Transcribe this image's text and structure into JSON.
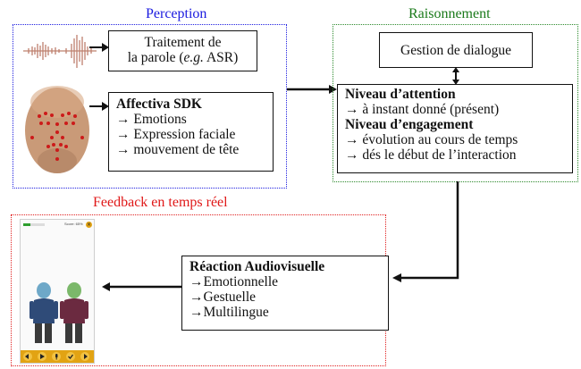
{
  "groups": {
    "perception": {
      "title": "Perception",
      "color": "#1a1adf"
    },
    "raisonnement": {
      "title": "Raisonnement",
      "color": "#1a7a1a"
    },
    "feedback": {
      "title": "Feedback en temps réel",
      "color": "#e01818"
    }
  },
  "perception": {
    "speech_box": {
      "line1": "Traitement de",
      "line2_prefix": "la parole (",
      "line2_italic": "e.g.",
      "line2_suffix": " ASR)"
    },
    "affectiva_box": {
      "title": "Affectiva SDK",
      "items": [
        "→ Emotions",
        "→ Expression faciale",
        "→ mouvement de tête"
      ]
    }
  },
  "raisonnement": {
    "dialogue_box": "Gestion de dialogue",
    "attention_box": {
      "attention_title": "Niveau d’attention",
      "attention_items": [
        "→ à instant donné (présent)"
      ],
      "engagement_title": "Niveau d’engagement",
      "engagement_items": [
        "→ évolution au cours de temps",
        "→ dés le début de l’interaction"
      ]
    }
  },
  "feedback": {
    "reaction_box": {
      "title": "Réaction Audiovisuelle",
      "items": [
        "→Emotionnelle",
        "→Gestuelle",
        "→Multilingue"
      ]
    },
    "app_screen": {
      "score_label": "Score: 65%",
      "progress": 0.35,
      "progress_color": "#2e9e2e",
      "bar_color": "#e2a313",
      "avatar_colors": {
        "left_head": "#6ea8c8",
        "left_body": "#2f4b78",
        "right_head": "#7bb86a",
        "right_body": "#6b2a40"
      },
      "buttons": [
        "back-arrow-icon",
        "play-icon",
        "microphone-icon",
        "check-icon",
        "forward-arrow-icon"
      ]
    }
  },
  "colors": {
    "face_skin": "#c99a78",
    "landmark": "#cc1a1a",
    "waveform": "#b36a55"
  }
}
